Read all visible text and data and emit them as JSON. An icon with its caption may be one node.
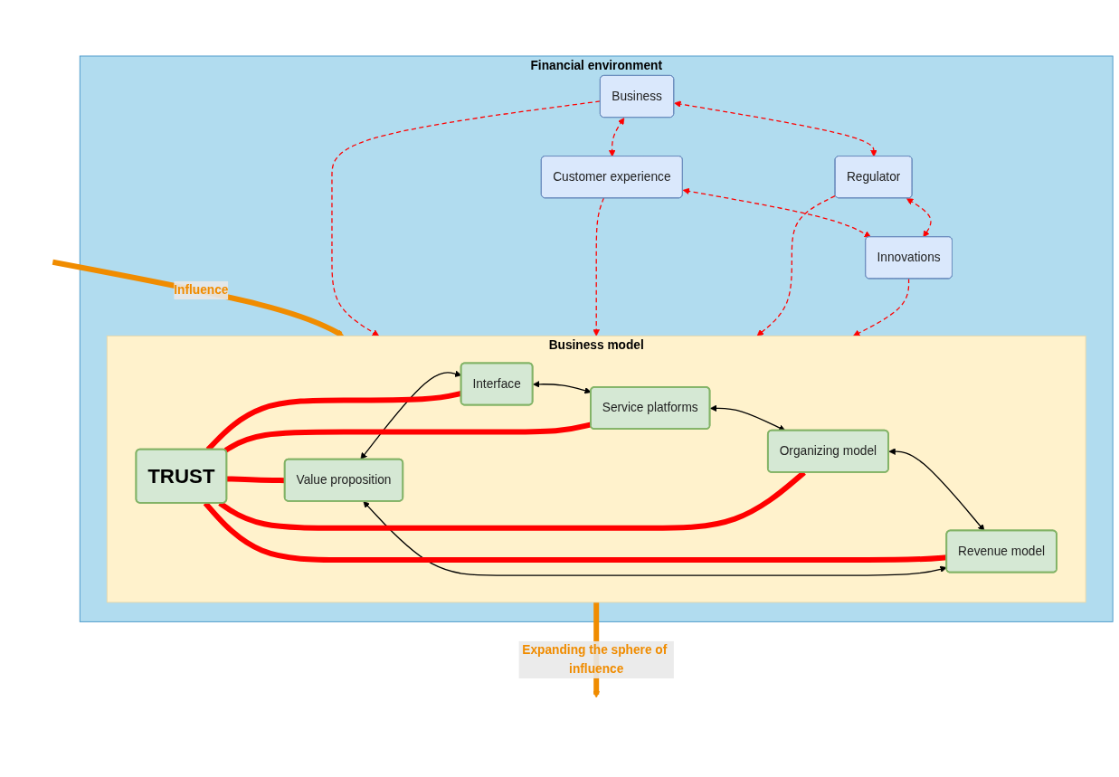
{
  "diagram": {
    "nodes": [
      {
        "text": [
          "Financial environment"
        ]
      },
      {
        "text": [
          "Business"
        ],
        "in": 0
      },
      {
        "text": [
          "Customer experience"
        ],
        "in": 0
      },
      {
        "text": [
          "Business model"
        ],
        "in": 0
      },
      {
        "text": [
          "Value proposition"
        ],
        "in": 3
      },
      {
        "text": [
          "Revenue model"
        ],
        "in": 3
      },
      {
        "text": [
          "TRUST"
        ],
        "in": 3
      },
      {
        "text": [
          "Interface"
        ],
        "in": 3
      },
      {
        "text": [
          "Organizing model"
        ],
        "in": 3
      },
      {
        "text": [
          "Service platforms"
        ],
        "in": 3
      },
      {
        "text": [
          "Regulator"
        ],
        "in": 0
      },
      {
        "text": [
          "Innovations"
        ],
        "in": 0
      }
    ],
    "edges": [
      {
        "from": null,
        "to": 3,
        "arrow": "to",
        "label": "Influence",
        "style": "thick",
        "color": "#f08c00"
      },
      {
        "from": 1,
        "to": 2,
        "arrow": "both",
        "style": "dashed",
        "color": "#ff0000"
      },
      {
        "from": 2,
        "to": 11,
        "arrow": "both",
        "style": "dashed",
        "color": "#ff0000"
      },
      {
        "from": 1,
        "to": 10,
        "arrow": "both",
        "style": "dashed",
        "color": "#ff0000"
      },
      {
        "from": 10,
        "to": 11,
        "arrow": "both",
        "style": "dashed",
        "color": "#ff0000"
      },
      {
        "from": 1,
        "to": 3,
        "arrow": "to",
        "style": "dashed",
        "color": "#ff0000"
      },
      {
        "from": 2,
        "to": 3,
        "arrow": "to",
        "style": "dashed",
        "color": "#ff0000"
      },
      {
        "from": 10,
        "to": 3,
        "arrow": "to",
        "style": "dashed",
        "color": "#ff0000"
      },
      {
        "from": 11,
        "to": 3,
        "arrow": "to",
        "style": "dashed",
        "color": "#ff0000"
      },
      {
        "from": 5,
        "to": 4,
        "arrow": "both",
        "color": "#000000"
      },
      {
        "from": 4,
        "to": 7,
        "arrow": "both",
        "color": "#000000"
      },
      {
        "from": 7,
        "to": 9,
        "arrow": "both",
        "color": "#000000"
      },
      {
        "from": 9,
        "to": 8,
        "arrow": "both",
        "color": "#000000"
      },
      {
        "from": 8,
        "to": 5,
        "arrow": "both",
        "color": "#000000"
      },
      {
        "from": 6,
        "to": 4,
        "arrow": "none",
        "style": "thick",
        "color": "#ff0000"
      },
      {
        "from": 6,
        "to": 5,
        "arrow": "none",
        "style": "thick",
        "color": "#ff0000"
      },
      {
        "from": 6,
        "to": 7,
        "arrow": "none",
        "style": "thick",
        "color": "#ff0000"
      },
      {
        "from": 6,
        "to": 8,
        "arrow": "none",
        "style": "thick",
        "color": "#ff0000"
      },
      {
        "from": 6,
        "to": 9,
        "arrow": "none",
        "style": "thick",
        "color": "#ff0000"
      },
      {
        "from": 3,
        "to": null,
        "arrow": "to",
        "label": "Expanding the sphere of influence",
        "style": "thick",
        "color": "#f08c00"
      }
    ]
  }
}
